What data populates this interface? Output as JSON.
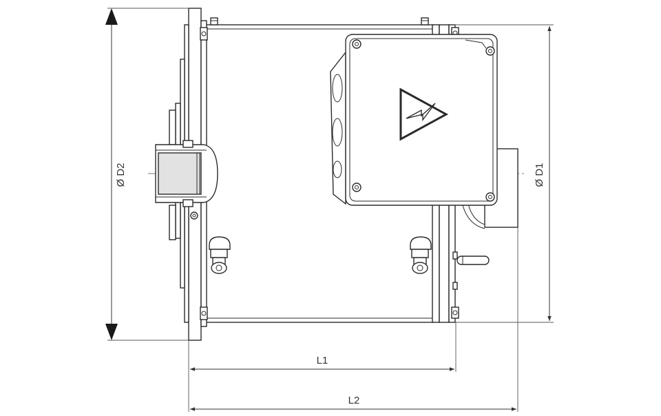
{
  "dimensions": {
    "d2": "Ø D2",
    "d1": "Ø D1",
    "l1": "L1",
    "l2": "L2"
  },
  "symbols": {
    "warning_sign": "high-voltage-warning-icon"
  },
  "colors": {
    "line": "#2a2a2a",
    "shade": "#e2e2e2",
    "background": "#ffffff"
  }
}
